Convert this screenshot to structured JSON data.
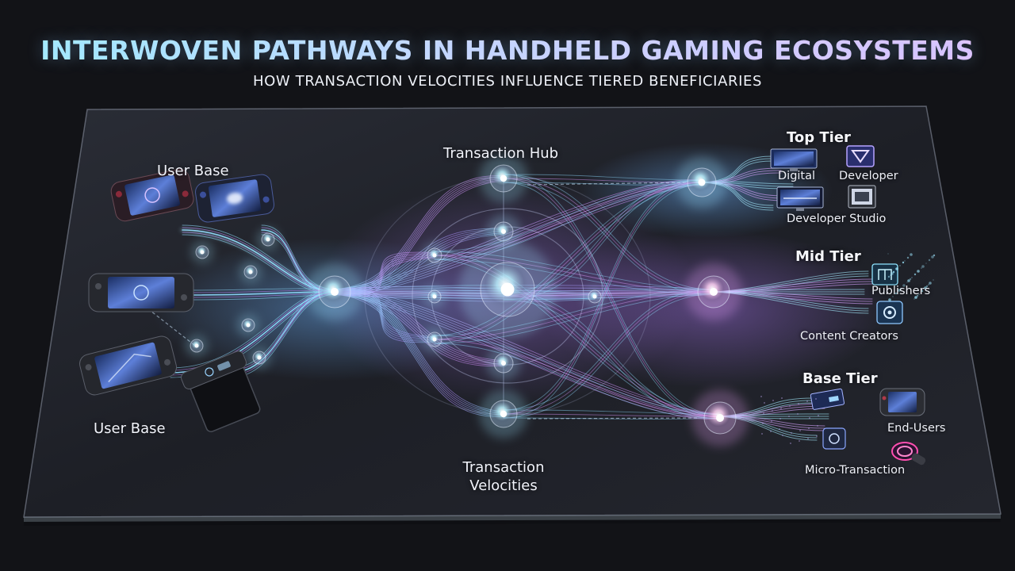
{
  "header": {
    "title": "INTERWOVEN PATHWAYS IN HANDHELD GAMING ECOSYSTEMS",
    "subtitle": "HOW TRANSACTION VELOCITIES INFLUENCE TIERED BENEFICIARIES"
  },
  "labels": {
    "user_base_top": "User Base",
    "user_base_bottom": "User Base",
    "hub": "Transaction Hub",
    "velocities": "Transaction\nVelocities"
  },
  "tiers": {
    "top": {
      "title": "Top Tier",
      "items": [
        "Digital",
        "Developer",
        "Developer Studio"
      ]
    },
    "mid": {
      "title": "Mid Tier",
      "items": [
        "Publishers",
        "Content Creators"
      ]
    },
    "base": {
      "title": "Base Tier",
      "items": [
        "End-Users",
        "Micro-Transaction"
      ]
    }
  },
  "icons": {
    "handheld_console": "handheld-console-icon",
    "phone_controller": "phone-controller-icon",
    "monitor": "monitor-icon",
    "developer_badge": "shield-badge-icon",
    "publisher": "building-icon",
    "content_creator": "target-icon",
    "micro_transaction": "coin-icon"
  },
  "colors": {
    "background": "#121317",
    "glass": "#1f2128",
    "cyan": "#7fe6ff",
    "violet": "#b48cff",
    "magenta": "#e58cff",
    "pink_accent": "#ff4fb0"
  }
}
